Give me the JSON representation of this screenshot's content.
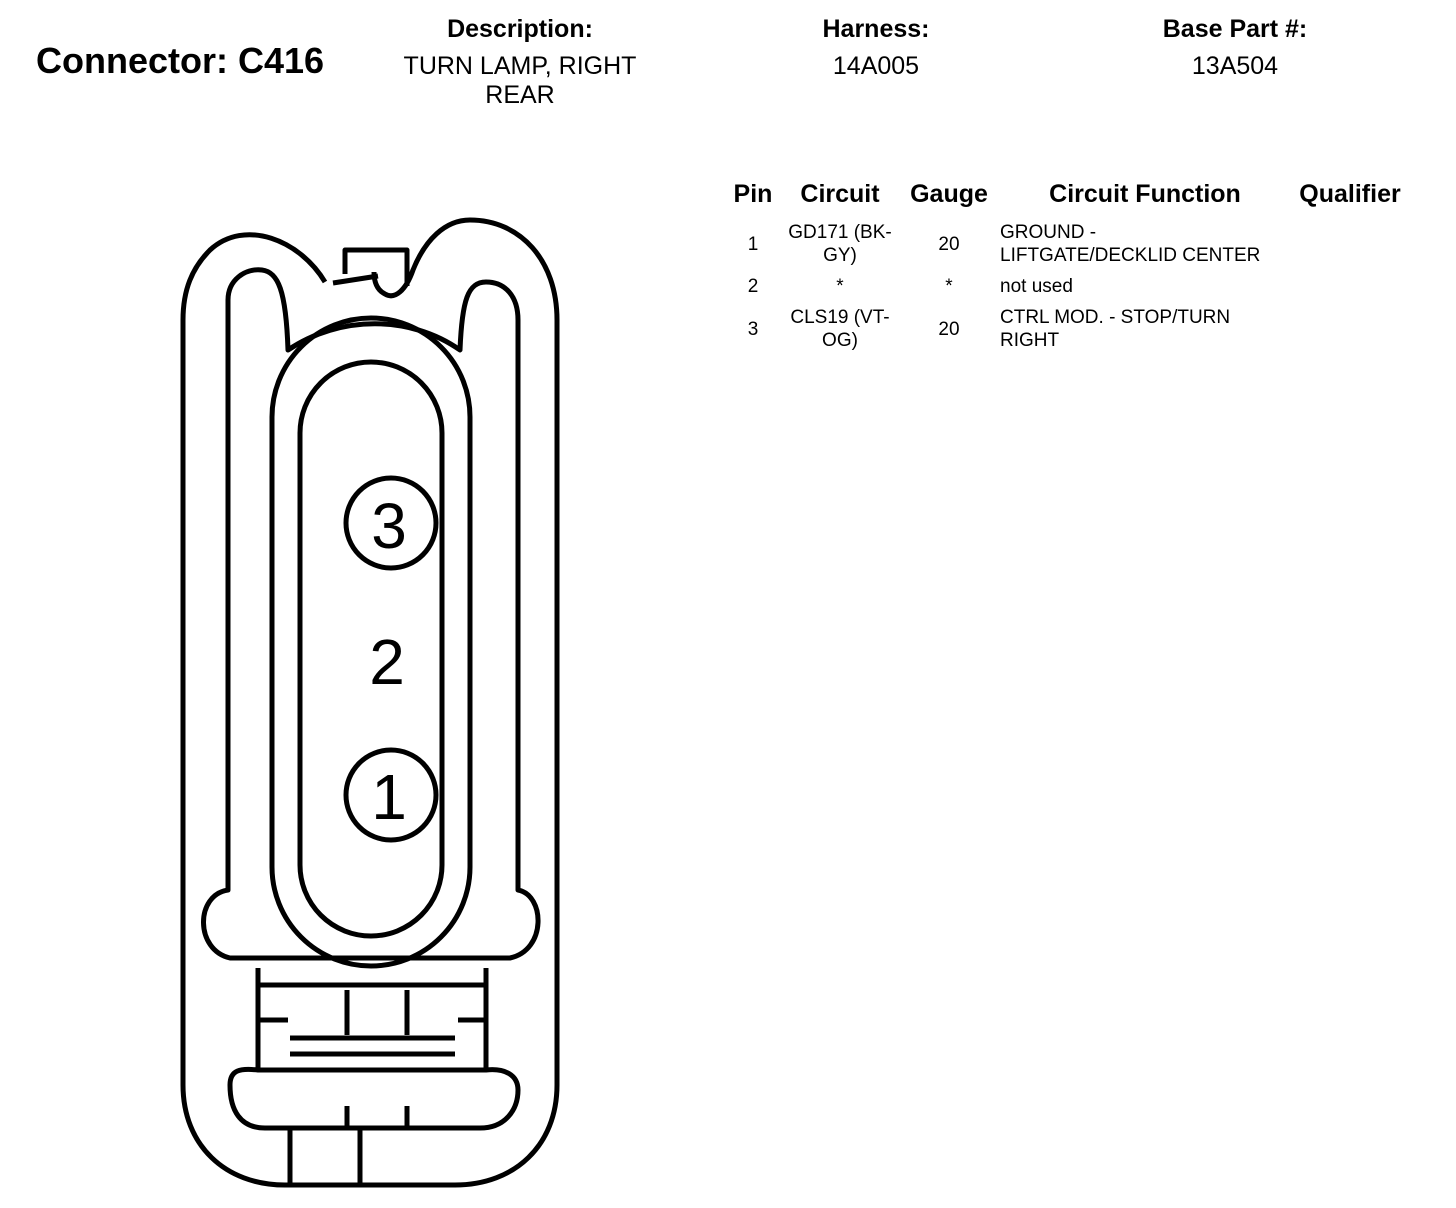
{
  "connector": {
    "label": "Connector: C416"
  },
  "description": {
    "label": "Description:",
    "value": "TURN LAMP, RIGHT REAR"
  },
  "harness": {
    "label": "Harness:",
    "value": "14A005"
  },
  "base_part": {
    "label": "Base Part #:",
    "value": "13A504"
  },
  "table": {
    "headers": {
      "pin": "Pin",
      "circuit": "Circuit",
      "gauge": "Gauge",
      "function": "Circuit Function",
      "qualifier": "Qualifier"
    },
    "rows": [
      {
        "pin": "1",
        "circuit": "GD171 (BK-GY)",
        "gauge": "20",
        "function": "GROUND - LIFTGATE/DECKLID CENTER",
        "qualifier": ""
      },
      {
        "pin": "2",
        "circuit": "*",
        "gauge": "*",
        "function": "not used",
        "qualifier": ""
      },
      {
        "pin": "3",
        "circuit": "CLS19 (VT-OG)",
        "gauge": "20",
        "function": "CTRL MOD. - STOP/TURN RIGHT",
        "qualifier": ""
      }
    ]
  },
  "diagram": {
    "pins": [
      {
        "label": "3",
        "circled": true
      },
      {
        "label": "2",
        "circled": false
      },
      {
        "label": "1",
        "circled": true
      }
    ]
  }
}
